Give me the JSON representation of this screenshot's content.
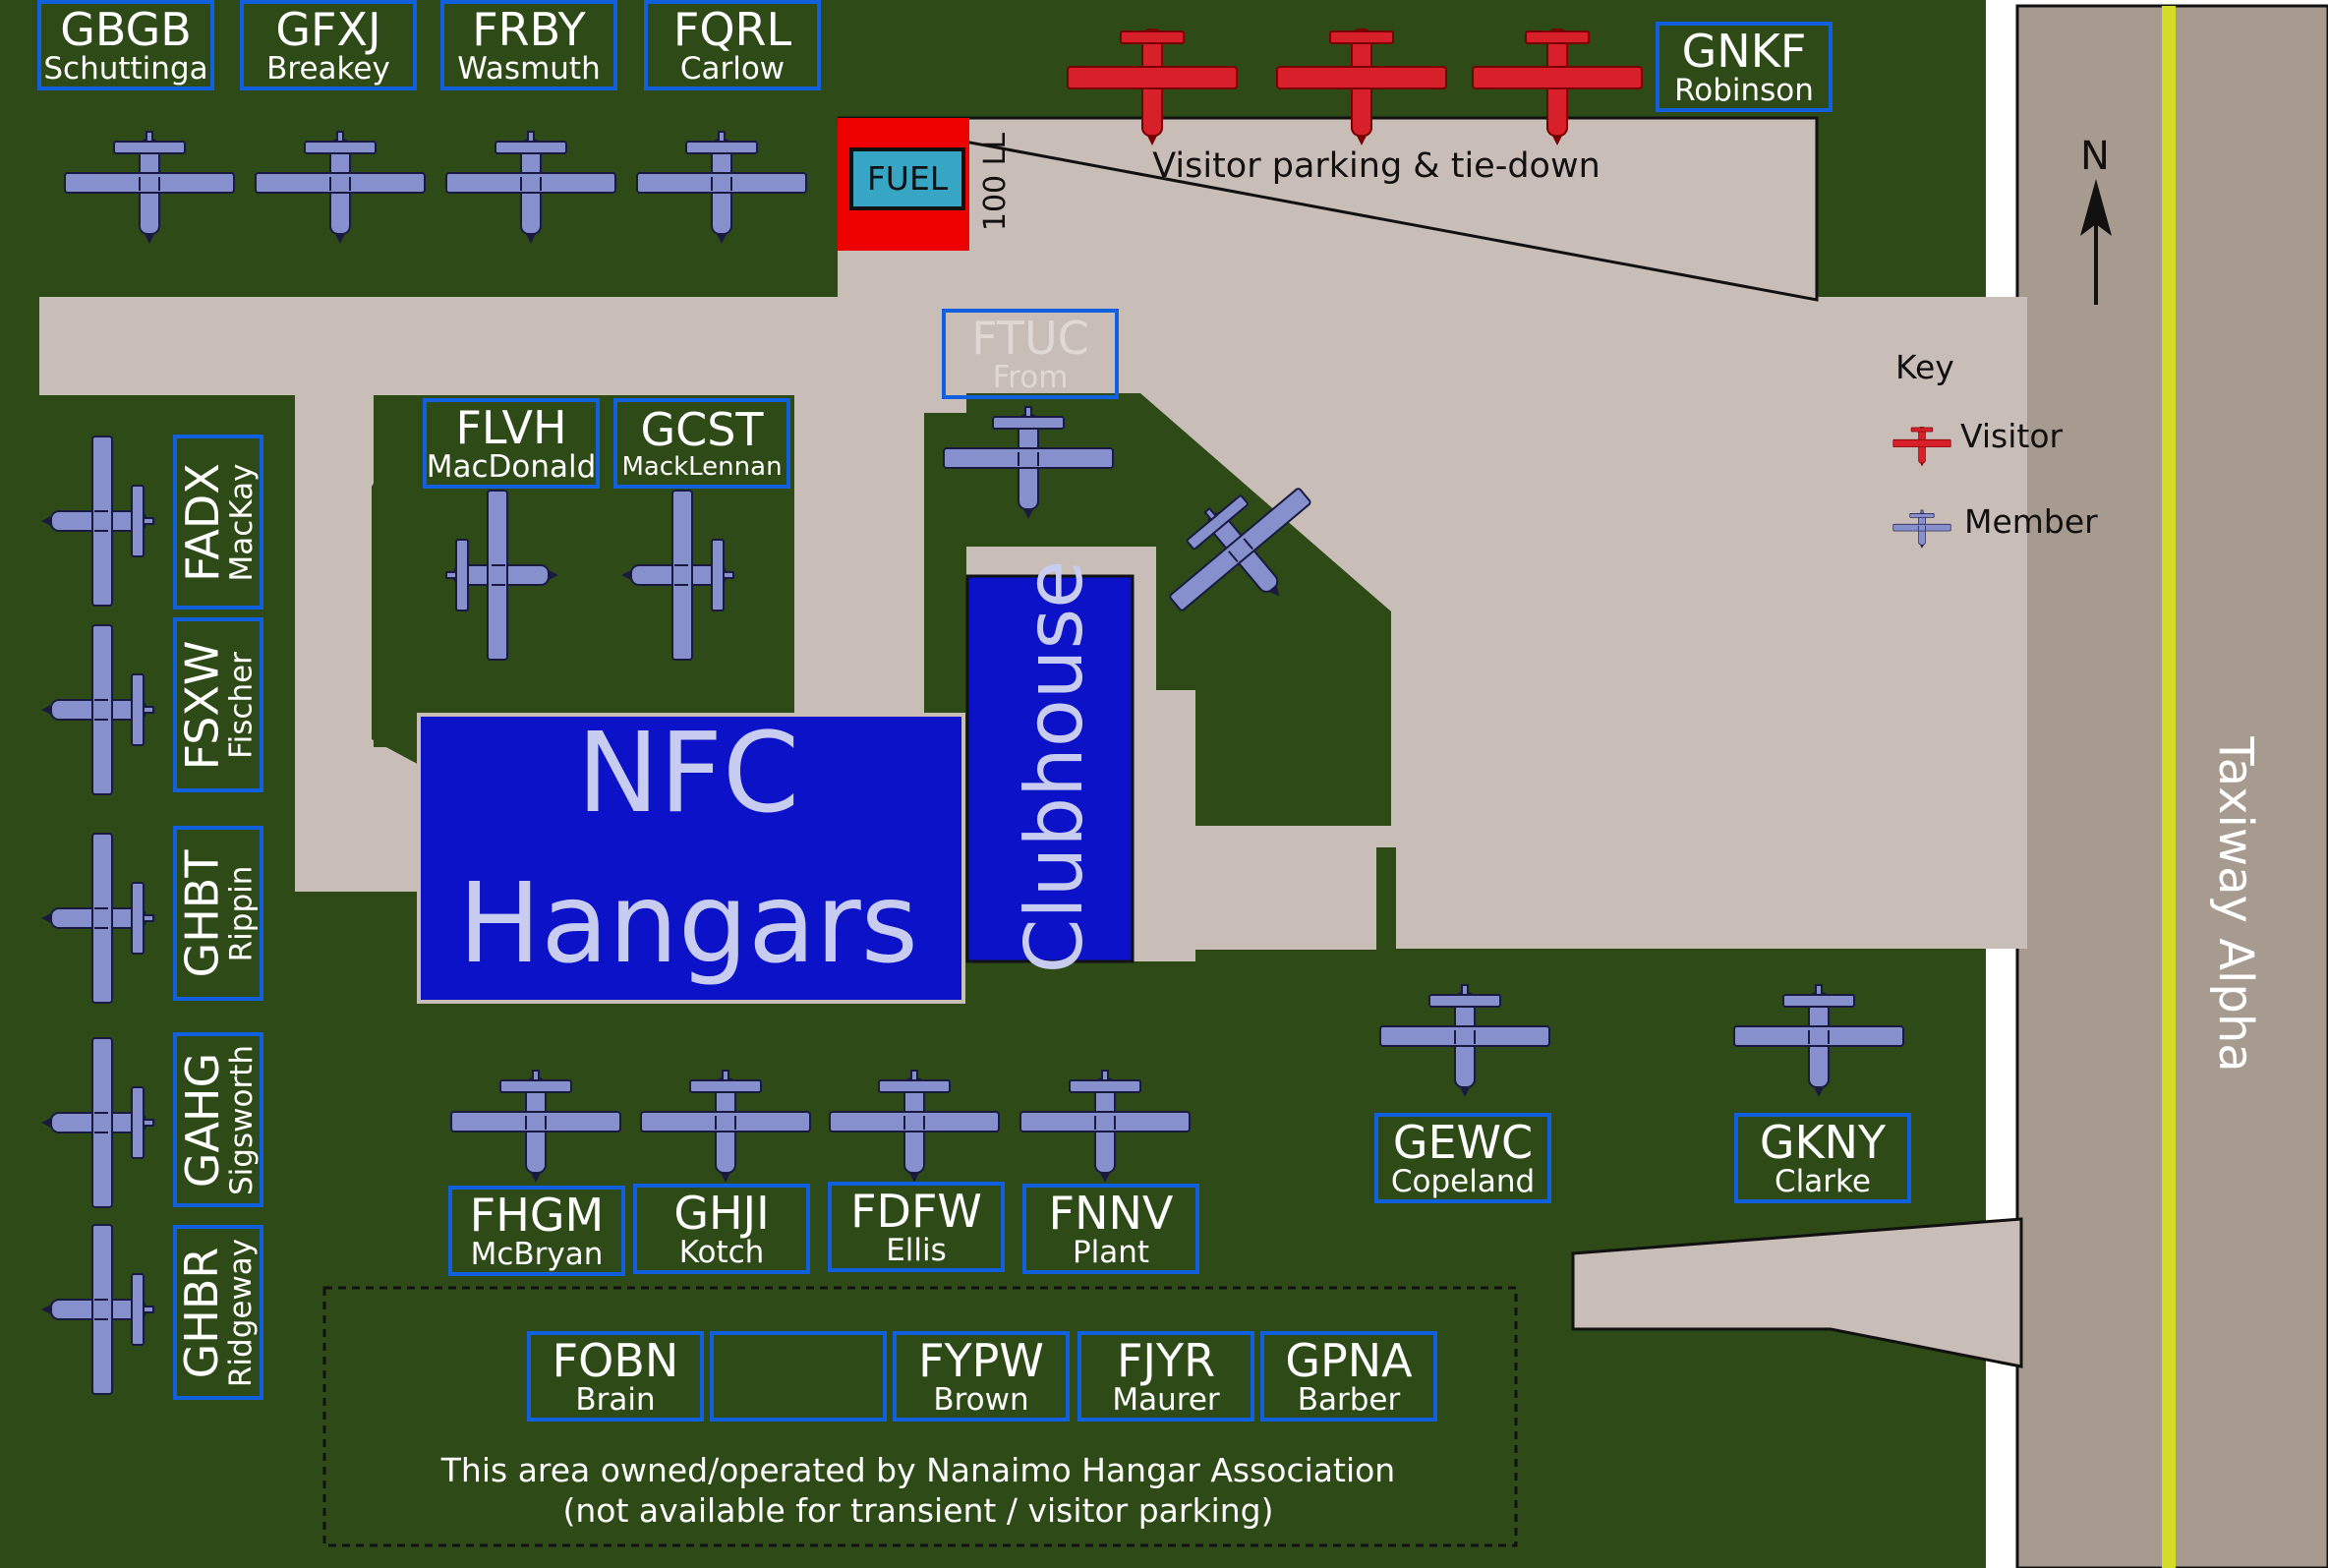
{
  "map": {
    "visitor_parking_label": "Visitor parking & tie-down",
    "fuel_label": "FUEL",
    "fuel_grade": "100 LL",
    "north_label": "N",
    "key_title": "Key",
    "key_visitor": "Visitor",
    "key_member": "Member",
    "taxiway_label": "Taxiway Alpha",
    "hangars_line1": "NFC",
    "hangars_line2": "Hangars",
    "clubhouse_label": "Clubhouse",
    "nha_note_line1": "This area owned/operated by Nanaimo Hangar Association",
    "nha_note_line2": "(not available for transient / visitor parking)",
    "colors": {
      "grass": "#2d4a17",
      "apron": "#c9bdb7",
      "taxiway": "#a79a8e",
      "centerline": "#d4dc28",
      "hangar": "#0b12c8",
      "spot_border": "#1060e0",
      "member_plane": "#8690cc",
      "visitor_plane": "#d8202a",
      "fuel_area": "#ee0000",
      "fuel_sign": "#37a6c4"
    }
  },
  "spots": {
    "top": [
      {
        "reg": "GBGB",
        "owner": "Schuttinga"
      },
      {
        "reg": "GFXJ",
        "owner": "Breakey"
      },
      {
        "reg": "FRBY",
        "owner": "Wasmuth"
      },
      {
        "reg": "FQRL",
        "owner": "Carlow"
      },
      {
        "reg": "GNKF",
        "owner": "Robinson"
      }
    ],
    "ftuc": {
      "reg": "FTUC",
      "owner": "From"
    },
    "middle": [
      {
        "reg": "FLVH",
        "owner": "MacDonald"
      },
      {
        "reg": "GCST",
        "owner": "MackLennan"
      }
    ],
    "left": [
      {
        "reg": "FADX",
        "owner": "MacKay"
      },
      {
        "reg": "FSXW",
        "owner": "Fischer"
      },
      {
        "reg": "GHBT",
        "owner": "Rippin"
      },
      {
        "reg": "GAHG",
        "owner": "Sigsworth"
      },
      {
        "reg": "GHBR",
        "owner": "Ridgeway"
      }
    ],
    "bottom": [
      {
        "reg": "FHGM",
        "owner": "McBryan"
      },
      {
        "reg": "GHJI",
        "owner": "Kotch"
      },
      {
        "reg": "FDFW",
        "owner": "Ellis"
      },
      {
        "reg": "FNNV",
        "owner": "Plant"
      },
      {
        "reg": "GEWC",
        "owner": "Copeland"
      },
      {
        "reg": "GKNY",
        "owner": "Clarke"
      }
    ],
    "nha": [
      {
        "reg": "FOBN",
        "owner": "Brain"
      },
      {
        "reg": "",
        "owner": ""
      },
      {
        "reg": "FYPW",
        "owner": "Brown"
      },
      {
        "reg": "FJYR",
        "owner": "Maurer"
      },
      {
        "reg": "GPNA",
        "owner": "Barber"
      }
    ]
  }
}
